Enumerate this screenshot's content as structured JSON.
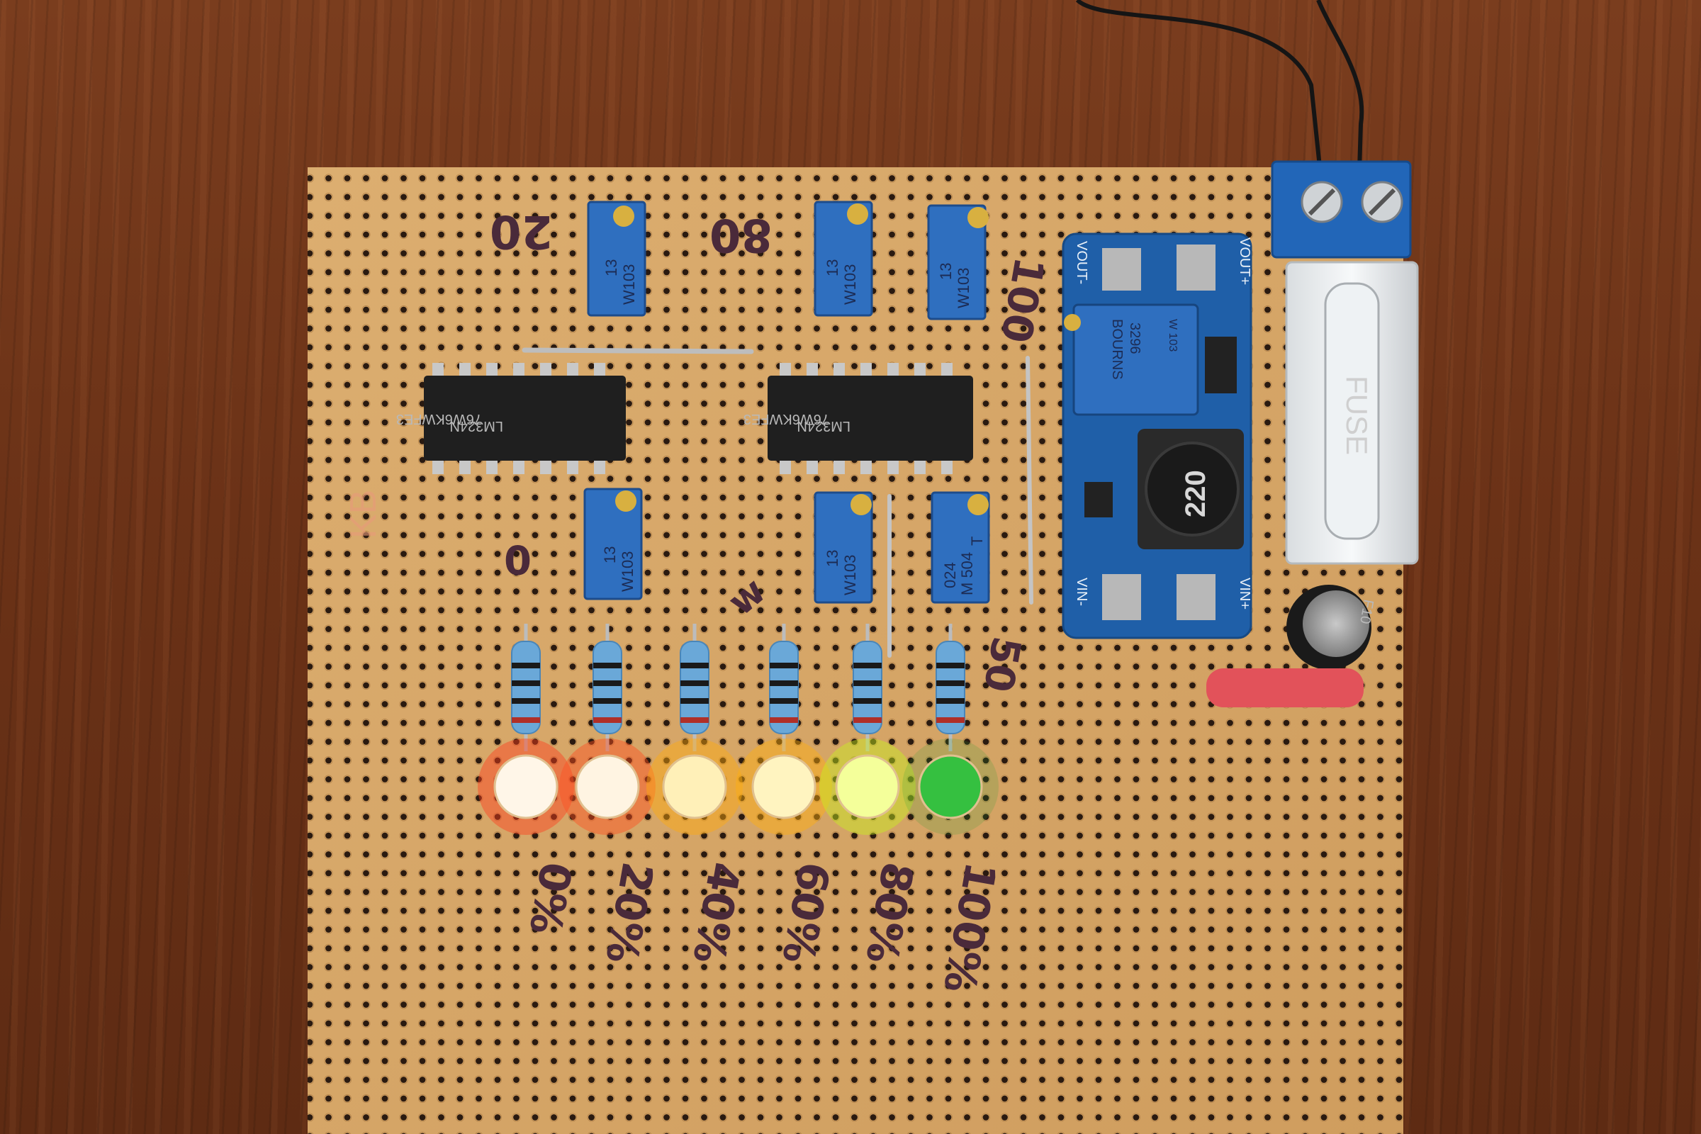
{
  "board_labels": {
    "top_left": "20",
    "top_mid": "80",
    "top_right": "100",
    "mid_left": "0",
    "mid_right": "50",
    "mid_small": "w",
    "side_faint": "KB"
  },
  "led_labels": [
    "0%",
    "20%",
    "40%",
    "60%",
    "80%",
    "100%"
  ],
  "led_colors": [
    "#fff6e8",
    "#fff4e2",
    "#fff0b8",
    "#fff4c0",
    "#f4ff9a",
    "#35c040"
  ],
  "led_glow_colors": [
    "#ff4020",
    "#ff5022",
    "#ffaa10",
    "#ffb010",
    "#c8f020",
    "#2aa030"
  ],
  "ic_chips": [
    {
      "line1": "76W6KWFE3",
      "line2": "LM324N"
    },
    {
      "line1": "76W6KWFE3",
      "line2": "LM324N"
    }
  ],
  "trimpots": [
    {
      "line1": "13",
      "line2": "W103"
    },
    {
      "line1": "13",
      "line2": "W103"
    },
    {
      "line1": "13",
      "line2": "W103"
    },
    {
      "line1": "13",
      "line2": "W103"
    },
    {
      "line1": "13",
      "line2": "W103"
    },
    {
      "line1": "024",
      "line2": "M 504",
      "line3": "T"
    }
  ],
  "boost_module": {
    "vout_minus": "VOUT-",
    "vout_plus": "VOUT+",
    "vin_minus": "VIN-",
    "vin_plus": "VIN+",
    "pot_brand": "BOURNS",
    "pot_code": "3296",
    "pot_value": "W 103",
    "inductor": "220"
  },
  "fuse_label": "FUSE",
  "capacitor_label": "F10",
  "colors": {
    "board": "#d8a96a",
    "hole": "#2a1a10",
    "pot_blue": "#2f6fbf",
    "module_blue": "#1f5fa8",
    "terminal_blue": "#2266b8"
  }
}
